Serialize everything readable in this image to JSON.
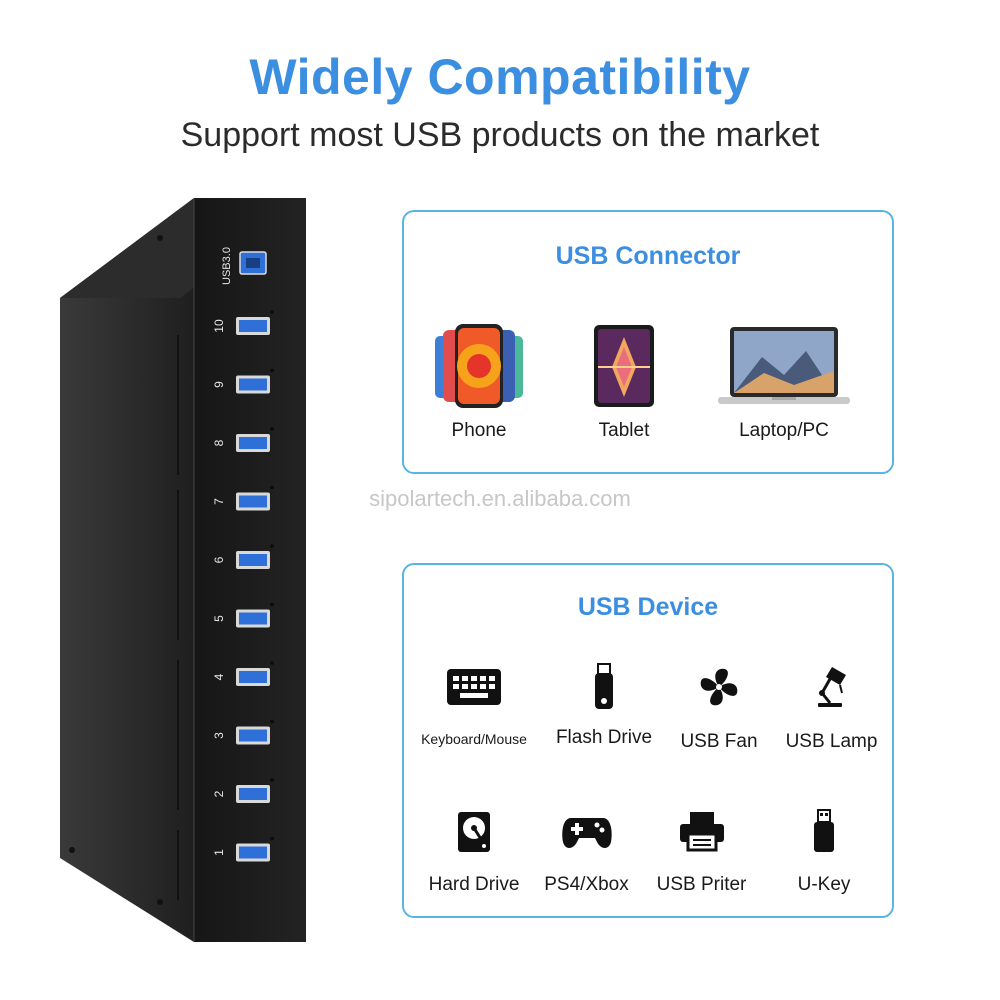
{
  "header": {
    "title": "Widely Compatibility",
    "subtitle": "Support most USB products on the market"
  },
  "hub": {
    "usb_label": "USB3.0",
    "ports": [
      "10",
      "9",
      "8",
      "7",
      "6",
      "5",
      "4",
      "3",
      "2",
      "1"
    ],
    "body_color": "#1c1c1c",
    "port_color": "#2f6fd8"
  },
  "connector_panel": {
    "title": "USB Connector",
    "items": [
      {
        "label": "Phone",
        "icon": "phone-icon"
      },
      {
        "label": "Tablet",
        "icon": "tablet-icon"
      },
      {
        "label": "Laptop/PC",
        "icon": "laptop-icon"
      }
    ]
  },
  "watermark": "sipolartech.en.alibaba.com",
  "device_panel": {
    "title": "USB Device",
    "row1": [
      {
        "label": "Keyboard/Mouse",
        "icon": "keyboard-icon"
      },
      {
        "label": "Flash Drive",
        "icon": "flash-drive-icon"
      },
      {
        "label": "USB Fan",
        "icon": "fan-icon"
      },
      {
        "label": "USB Lamp",
        "icon": "lamp-icon"
      }
    ],
    "row2": [
      {
        "label": "Hard Drive",
        "icon": "hard-drive-icon"
      },
      {
        "label": "PS4/Xbox",
        "icon": "gamepad-icon"
      },
      {
        "label": "USB Priter",
        "icon": "printer-icon"
      },
      {
        "label": "U-Key",
        "icon": "usb-key-icon"
      }
    ]
  },
  "colors": {
    "accent": "#3c8fe0",
    "panel_border": "#59b3e3"
  }
}
